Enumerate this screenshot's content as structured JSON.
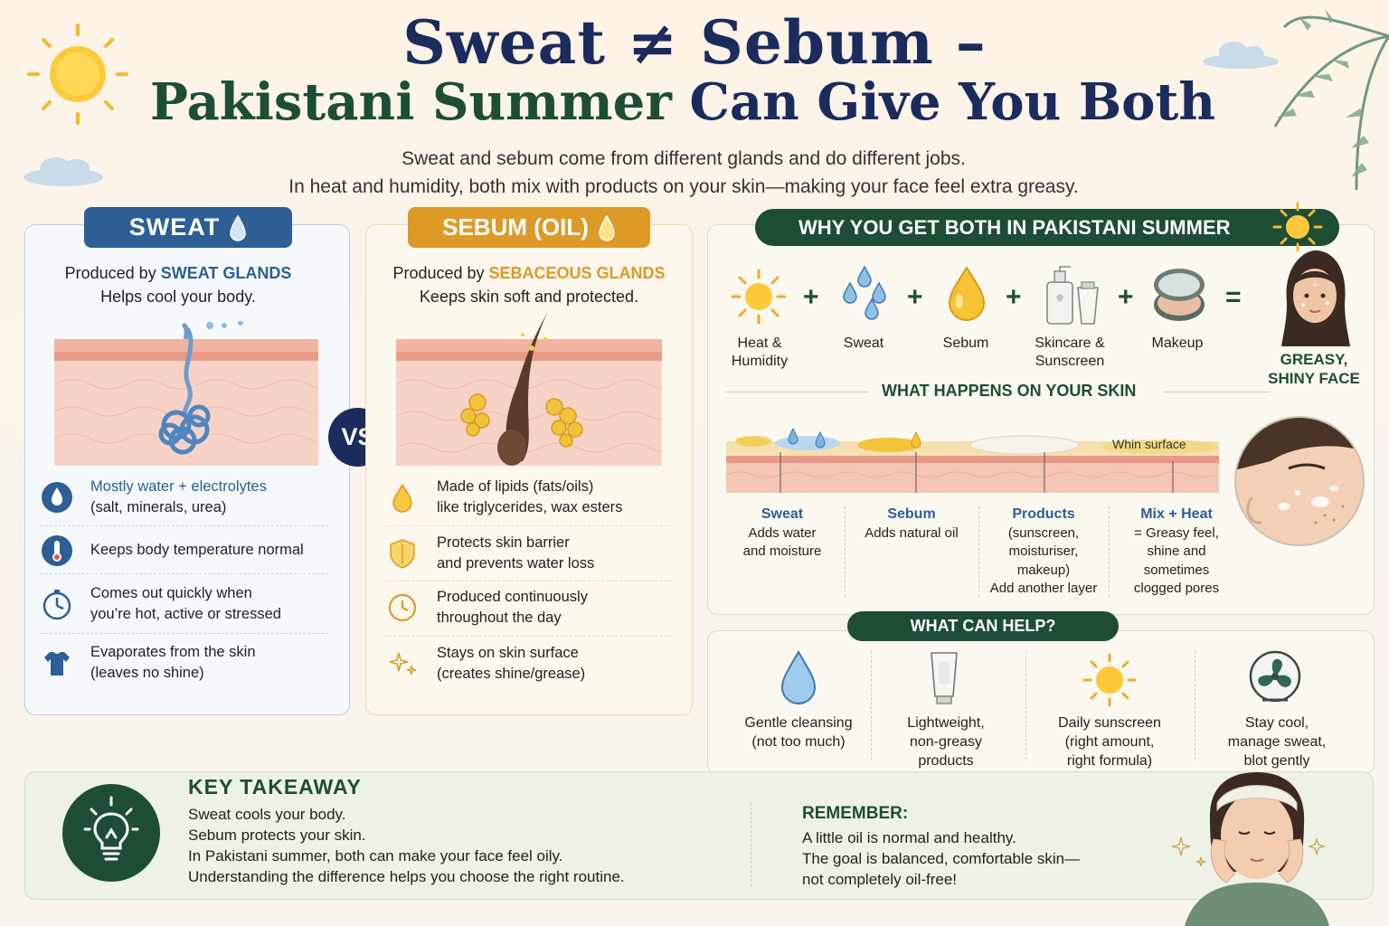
{
  "title": {
    "line1": "Sweat ≠ Sebum –",
    "line2_green": "Pakistani Summer",
    "line2_rest": " Can Give You Both"
  },
  "subtitle": {
    "line1": "Sweat and sebum come from different glands and do different jobs.",
    "line2": "In heat and humidity, both mix with products on your skin—making your face feel extra greasy."
  },
  "sweat": {
    "header": "SWEAT",
    "produced_prefix": "Produced by ",
    "produced_by": "SWEAT GLANDS",
    "purpose": "Helps cool your body.",
    "features": [
      {
        "line1": "Mostly water + electrolytes",
        "line2": "(salt, minerals, urea)",
        "icon": "water-drop-icon"
      },
      {
        "line1": "Keeps body temperature normal",
        "line2": "",
        "icon": "thermometer-icon"
      },
      {
        "line1": "Comes out quickly when",
        "line2": "you’re hot, active or stressed",
        "icon": "stopwatch-icon"
      },
      {
        "line1": "Evaporates from the skin",
        "line2": "(leaves no shine)",
        "icon": "shirt-icon"
      }
    ]
  },
  "vs": "VS",
  "sebum": {
    "header": "SEBUM (OIL)",
    "produced_prefix": "Produced by ",
    "produced_by": "SEBACEOUS GLANDS",
    "purpose": "Keeps skin soft and protected.",
    "features": [
      {
        "line1": "Made of lipids (fats/oils)",
        "line2": "like triglycerides, wax esters",
        "icon": "oil-drop-icon"
      },
      {
        "line1": "Protects skin barrier",
        "line2": "and prevents water loss",
        "icon": "shield-icon"
      },
      {
        "line1": "Produced continuously",
        "line2": "throughout the day",
        "icon": "clock-icon"
      },
      {
        "line1": "Stays on skin surface",
        "line2": "(creates shine/grease)",
        "icon": "sparkle-icon"
      }
    ]
  },
  "why": {
    "header": "WHY YOU GET BOTH IN PAKISTANI SUMMER",
    "equation": [
      {
        "label1": "Heat &",
        "label2": "Humidity"
      },
      {
        "label1": "Sweat",
        "label2": ""
      },
      {
        "label1": "Sebum",
        "label2": ""
      },
      {
        "label1": "Skincare &",
        "label2": "Sunscreen"
      },
      {
        "label1": "Makeup",
        "label2": ""
      }
    ],
    "plus": "+",
    "equals": "=",
    "result1": "GREASY,",
    "result2": "SHINY FACE",
    "skin_header": "WHAT HAPPENS ON YOUR SKIN",
    "thin_surface": "Whin surface",
    "skin_labels": [
      {
        "title": "Sweat",
        "lines": [
          "Adds water",
          "and moisture"
        ]
      },
      {
        "title": "Sebum",
        "lines": [
          "Adds natural oil"
        ]
      },
      {
        "title": "Products",
        "lines": [
          "(sunscreen,",
          "moisturiser,",
          "makeup)",
          "Add another layer"
        ]
      },
      {
        "title": "Mix + Heat",
        "lines": [
          "= Greasy feel,",
          "shine and",
          "sometimes",
          "clogged pores"
        ]
      }
    ]
  },
  "help": {
    "header": "WHAT CAN HELP?",
    "items": [
      {
        "lines": [
          "Gentle cleansing",
          "(not too much)"
        ]
      },
      {
        "lines": [
          "Lightweight,",
          "non-greasy",
          "products"
        ]
      },
      {
        "lines": [
          "Daily sunscreen",
          "(right amount,",
          "right formula)"
        ]
      },
      {
        "lines": [
          "Stay cool,",
          "manage sweat,",
          "blot gently"
        ]
      }
    ]
  },
  "key": {
    "header": "KEY TAKEAWAY",
    "lines": [
      "Sweat cools your body.",
      "Sebum protects your skin.",
      "In Pakistani summer, both can make your face feel oily.",
      "Understanding the difference helps you choose the right routine."
    ],
    "remember_header": "REMEMBER:",
    "remember_lines": [
      "A little oil is normal and healthy.",
      "The goal is balanced, comfortable skin—",
      "not completely oil-free!"
    ]
  },
  "colors": {
    "navy": "#1b2b5e",
    "green": "#1e4d36",
    "blue": "#2d5e96",
    "gold": "#dd9a26"
  }
}
